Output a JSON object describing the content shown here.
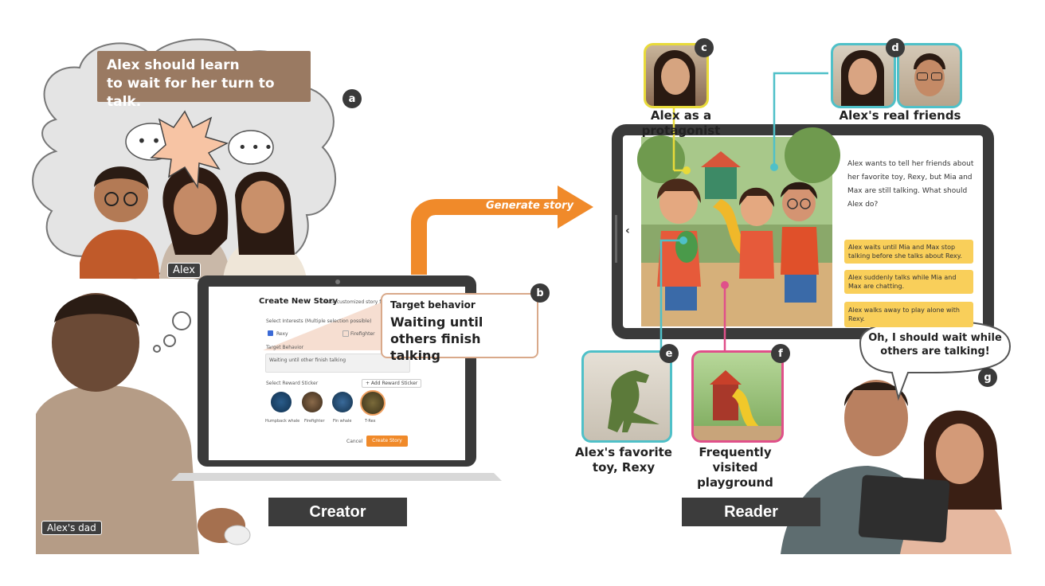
{
  "colors": {
    "orange_arrow": "#f08a2a",
    "yellow_callout": "#e8da3a",
    "teal_callout": "#4fc0c8",
    "pink_callout": "#e0508a",
    "tan_callout": "#d9a98a",
    "thought_bubble": "#e4e4e4",
    "banner_brown": "#9a7a62",
    "option_yellow": "#f9cf5a"
  },
  "thought": {
    "banner": "Alex should learn\nto wait for her turn to talk.",
    "alex_tag": "Alex",
    "badge": "a"
  },
  "dad_tag": "Alex's dad",
  "creator": {
    "label": "Creator",
    "badge": "b",
    "callout_title": "Target behavior",
    "callout_text": "Waiting until others finish talking",
    "app": {
      "title": "Create New Story",
      "subtitle": "Create customized story for your child",
      "interests_label": "Select Interests (Multiple selection possible)",
      "interest_1": "Rexy",
      "interest_2": "Firefighter",
      "target_label": "Target Behavior",
      "target_value": "Waiting until other finish talking",
      "sticker_label": "Select Reward Sticker",
      "add_sticker": "+ Add Reward Sticker",
      "stickers": [
        "Humpback whale",
        "Firefighter",
        "Fin whale",
        "T-Rex"
      ],
      "cancel": "Cancel",
      "create": "Create Story"
    }
  },
  "arrow_label": "Generate story",
  "reader": {
    "label": "Reader",
    "story_text": "Alex wants to tell her friends about her favorite toy, Rexy, but Mia and Max are still talking. What should Alex do?",
    "options": [
      "Alex waits until Mia and Max stop talking before she talks about Rexy.",
      "Alex suddenly talks while Mia and Max are chatting.",
      "Alex walks away to play alone with Rexy."
    ],
    "back_icon": "‹"
  },
  "callouts": {
    "c": {
      "badge": "c",
      "caption": "Alex as a protagonist"
    },
    "d": {
      "badge": "d",
      "caption": "Alex's real friends"
    },
    "e": {
      "badge": "e",
      "caption": "Alex's favorite\ntoy, Rexy"
    },
    "f": {
      "badge": "f",
      "caption": "Frequently visited\nplayground"
    },
    "g": {
      "badge": "g",
      "speech": "Oh, I should wait while\nothers are talking!"
    }
  }
}
